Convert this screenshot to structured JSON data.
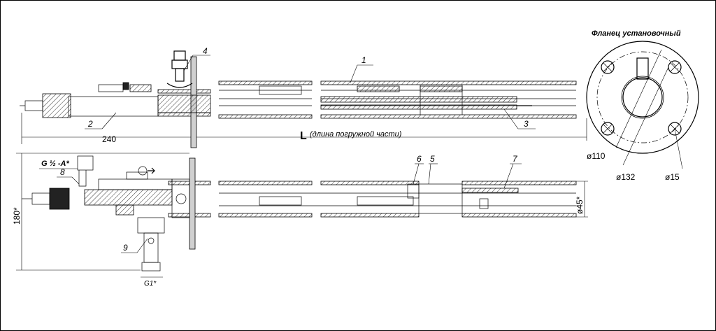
{
  "flange": {
    "title": "Фланец установочный",
    "d110": "ø110",
    "d132": "ø132",
    "d15": "ø15"
  },
  "dims": {
    "d240": "240",
    "L": "L",
    "L_note": "(длина погружной части)",
    "d180": "180*",
    "d45": "ø45*",
    "thread_g": "G ½ -A*",
    "g1": "G1*"
  },
  "callouts": {
    "c1": "1",
    "c2": "2",
    "c3": "3",
    "c4": "4",
    "c5": "5",
    "c6": "6",
    "c7": "7",
    "c8": "8",
    "c9": "9"
  }
}
